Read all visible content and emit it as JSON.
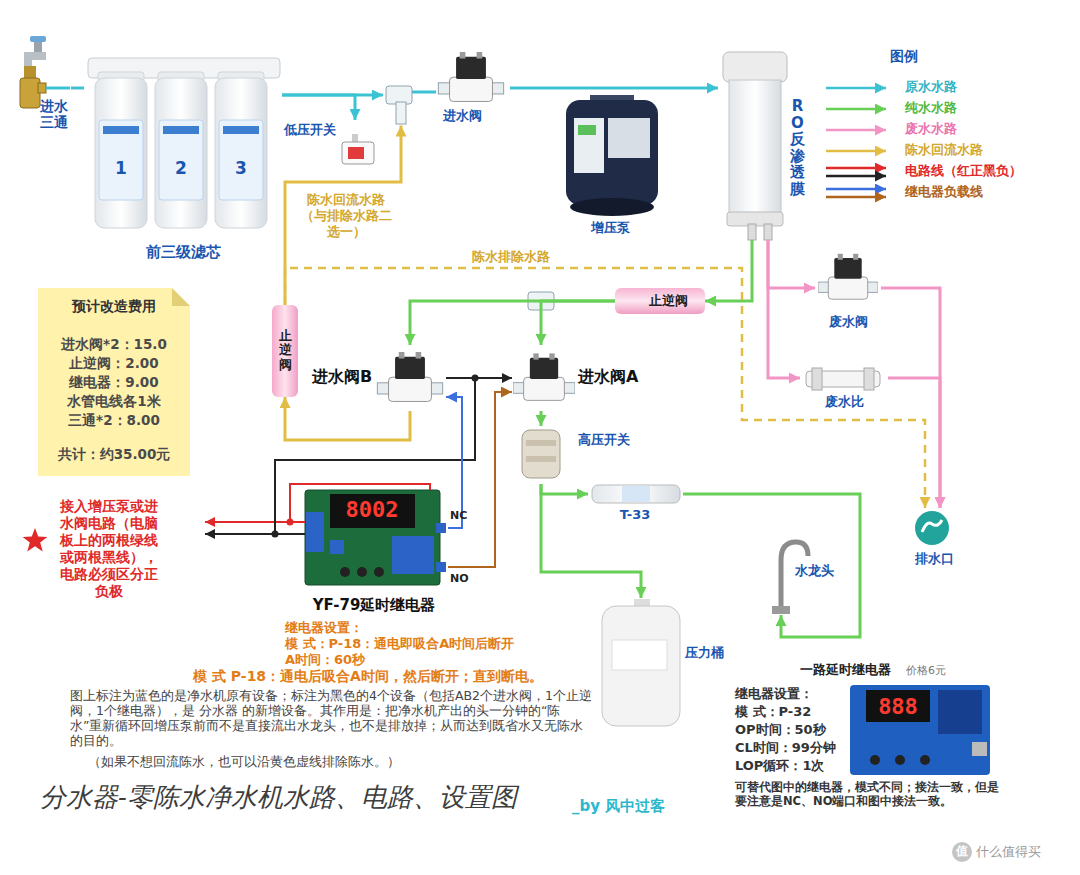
{
  "diagram": {
    "title": "分水器-零陈水净水机水路、电路、设置图",
    "nodes": [
      {
        "text": [
          "进水三通"
        ]
      },
      {
        "text": [
          "前三级滤芯"
        ]
      },
      {
        "text": [
          "低压开关"
        ]
      },
      {
        "text": [
          "进水阀"
        ]
      },
      {
        "text": [
          "增压泵"
        ]
      },
      {
        "text": [
          "RO反渗透膜"
        ]
      },
      {
        "text": [
          "废水阀"
        ]
      },
      {
        "text": [
          "预计改造费用",
          "进水阀*2：15.0",
          "止逆阀：2.00",
          "继电器：9.00",
          "水管电线各1米",
          "三通*2：8.00",
          "共计：约35.00元"
        ]
      },
      {
        "text": [
          "止逆阀"
        ]
      },
      {
        "text": [
          "止逆阀"
        ]
      },
      {
        "text": [
          "进水阀B"
        ]
      },
      {
        "text": [
          "进水阀A"
        ]
      },
      {
        "text": [
          "废水比"
        ]
      },
      {
        "text": [
          "高压开关"
        ]
      },
      {
        "text": [
          "T-33"
        ]
      },
      {
        "text": [
          "YF-79延时继电器"
        ]
      },
      {
        "text": [
          "排水口"
        ]
      },
      {
        "text": [
          "水龙头"
        ]
      },
      {
        "text": [
          "压力桶"
        ]
      },
      {
        "text": [
          "一路延时继电器",
          "价格6元"
        ]
      }
    ],
    "edges": [
      {
        "from": 0,
        "to": 1,
        "arrow": "none"
      },
      {
        "from": 1,
        "to": 2,
        "arrow": "to"
      },
      {
        "from": 1,
        "to": 3,
        "arrow": "to"
      },
      {
        "from": 3,
        "to": 5,
        "arrow": "to"
      },
      {
        "from": 5,
        "to": 9,
        "arrow": "to"
      },
      {
        "from": 9,
        "to": 10,
        "arrow": "to"
      },
      {
        "from": 9,
        "to": 11,
        "arrow": "to"
      },
      {
        "from": 11,
        "to": 13,
        "arrow": "to"
      },
      {
        "from": 13,
        "to": 14,
        "arrow": "to"
      },
      {
        "from": 13,
        "to": 18,
        "arrow": "to"
      },
      {
        "from": 14,
        "to": 17,
        "arrow": "to"
      },
      {
        "from": 10,
        "to": 8,
        "arrow": "to"
      },
      {
        "from": 8,
        "to": 3,
        "label": "陈水回流水路（与排除水路二选一）",
        "arrow": "to"
      },
      {
        "from": 8,
        "to": 16,
        "label": "陈水排除水路",
        "arrow": "to"
      },
      {
        "from": 5,
        "to": 6,
        "arrow": "to"
      },
      {
        "from": 5,
        "to": 12,
        "arrow": "to"
      },
      {
        "from": 6,
        "to": 16,
        "arrow": "to"
      },
      {
        "from": 12,
        "to": 16,
        "arrow": "to"
      },
      {
        "from": 15,
        "to": 10,
        "arrow": "to"
      },
      {
        "from": 15,
        "to": 11,
        "arrow": "to"
      }
    ],
    "labels": [
      "1",
      "2",
      "3",
      "图例",
      "NC",
      "NO",
      "8002",
      "接入增压泵或进水阀电路（电脑板上的两根绿线或两根黑线），电路必须区分正负极",
      "继电器设置：",
      "模 式：P-18：通电即吸合A时间后断开",
      "A时间：60秒",
      "模 式 P-18：通电后吸合A时间，然后断开；直到断电。",
      "图上标注为蓝色的是净水机原有设备；标注为黑色的4个设备（包括AB2个进水阀，1个止逆阀，1个继电器），是 分水器 的新增设备。其作用是：把净水机产出的头一分钟的“陈水”重新循环回增压泵前而不是直接流出水龙头，也不是排放掉；从而达到既省水又无陈水的目的。",
      "（如果不想回流陈水，也可以沿黄色虚线排除陈水。）",
      "_by 风中过客",
      "继电器设置：",
      "模 式：P-32",
      "OP时间：50秒",
      "CL时间：99分钟",
      "LOP循环：1次",
      "可替代图中的继电器，模式不同；接法一致，但是要注意是NC、NO端口和图中接法一致。",
      "888",
      "值",
      "什么值得买"
    ],
    "legend": [
      {
        "text": "原水水路"
      },
      {
        "text": "纯水水路"
      },
      {
        "text": "废水水路"
      },
      {
        "text": "陈水回流水路"
      },
      {
        "text": "电路线（红正黑负）"
      },
      {
        "text": "继电器负载线"
      }
    ]
  }
}
